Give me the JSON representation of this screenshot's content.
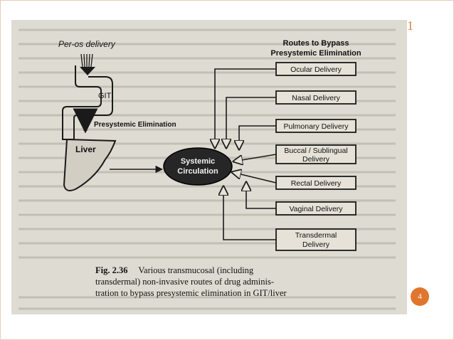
{
  "slide": {
    "corner_number": "1",
    "page_number": "4",
    "accent_color": "#e0762e"
  },
  "diagram": {
    "per_os_label": "Per-os delivery",
    "git_label": "GIT",
    "presystemic_label": "Presystemic Elimination",
    "liver_label": "Liver",
    "systemic_line1": "Systemic",
    "systemic_line2": "Circulation",
    "routes_header_line1": "Routes to Bypass",
    "routes_header_line2": "Presystemic Elimination",
    "routes": [
      {
        "lines": [
          "Ocular Delivery"
        ]
      },
      {
        "lines": [
          "Nasal Delivery"
        ]
      },
      {
        "lines": [
          "Pulmonary Delivery"
        ]
      },
      {
        "lines": [
          "Buccal / Sublingual",
          "Delivery"
        ]
      },
      {
        "lines": [
          "Rectal Delivery"
        ]
      },
      {
        "lines": [
          "Vaginal Delivery"
        ]
      },
      {
        "lines": [
          "Transdermal",
          "Delivery"
        ]
      }
    ]
  },
  "caption": {
    "fig_label": "Fig. 2.36",
    "line1": "Various transmucosal (including",
    "line2": "transdermal) non-invasive routes of drug adminis-",
    "line3": "tration to bypass presystemic elimination in GIT/liver"
  }
}
